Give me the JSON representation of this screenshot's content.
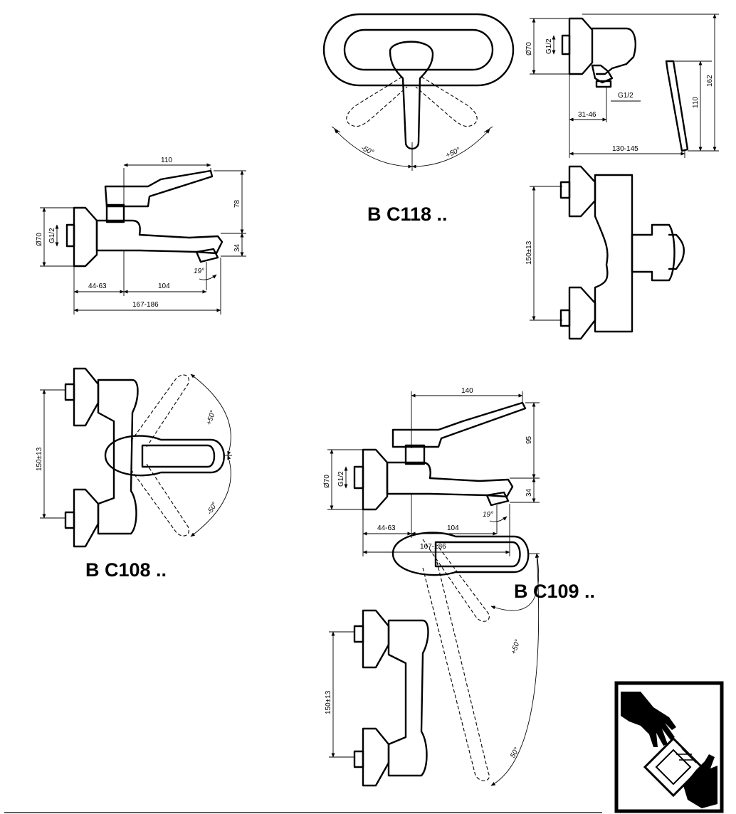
{
  "models": {
    "b_c118": "B C118 ..",
    "b_c108": "B C108 ..",
    "b_c109": "B C109 .."
  },
  "dims": {
    "d_110": "110",
    "d_78": "78",
    "d_34": "34",
    "d_o70": "Ø70",
    "d_g12": "G1/2",
    "d_19deg": "19°",
    "d_44_63": "44-63",
    "d_104": "104",
    "d_167_186": "167-186",
    "d_minus50": "-50°",
    "d_plus50": "+50°",
    "d_162": "162",
    "d_31_46": "31-46",
    "d_130_145": "130-145",
    "d_150_13": "150±13",
    "d_140": "140",
    "d_95": "95",
    "d_50": "50°"
  },
  "icon": "installation-instructions-hands-icon"
}
